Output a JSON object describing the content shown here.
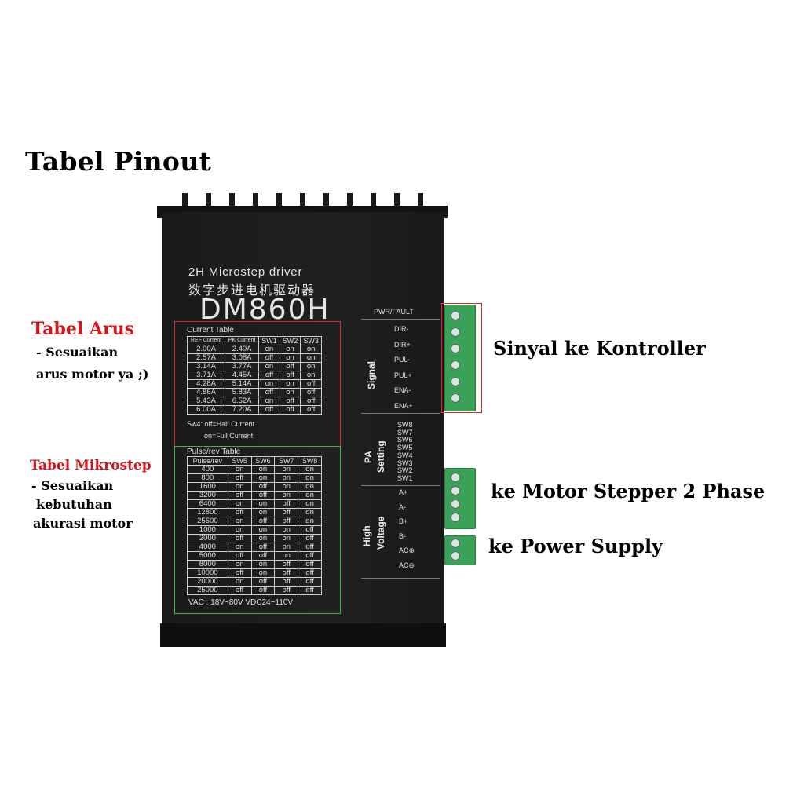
{
  "title": "Tabel Pinout",
  "annotations": {
    "current_title": "Tabel Arus",
    "current_desc1": "- Sesuaikan",
    "current_desc2": "arus motor ya ;)",
    "micro_title": "Tabel Mikrostep",
    "micro_desc1": "- Sesuaikan",
    "micro_desc2": "kebutuhan",
    "micro_desc3": "akurasi motor",
    "signal": "Sinyal ke Kontroller",
    "motor": "ke Motor Stepper 2 Phase",
    "power": "ke Power Supply"
  },
  "device": {
    "line1": "2H Microstep driver",
    "line2": "数字步进电机驱动器",
    "model": "DM860H",
    "pwr_fault": "PWR/FAULT",
    "signal_label": "Signal",
    "pa_label1": "PA",
    "pa_label2": "Setting",
    "hv_label1": "High",
    "hv_label2": "Voltage",
    "signal_pins": [
      "DIR-",
      "DIR+",
      "PUL-",
      "PUL+",
      "ENA-",
      "ENA+"
    ],
    "sw_pins": [
      "SW8",
      "SW7",
      "SW6",
      "SW5",
      "SW4",
      "SW3",
      "SW2",
      "SW1"
    ],
    "hv_pins": [
      "A+",
      "A-",
      "B+",
      "B-",
      "AC⊕",
      "AC⊖"
    ],
    "current_table_title": "Current Table",
    "current_table_headers": [
      "REF Current",
      "PK Current",
      "SW1",
      "SW2",
      "SW3"
    ],
    "current_table_rows": [
      [
        "2.00A",
        "2.40A",
        "on",
        "on",
        "on"
      ],
      [
        "2.57A",
        "3.08A",
        "off",
        "on",
        "on"
      ],
      [
        "3.14A",
        "3.77A",
        "on",
        "off",
        "on"
      ],
      [
        "3.71A",
        "4.45A",
        "off",
        "off",
        "on"
      ],
      [
        "4.28A",
        "5.14A",
        "on",
        "on",
        "off"
      ],
      [
        "4.86A",
        "5.83A",
        "off",
        "on",
        "off"
      ],
      [
        "5.43A",
        "6.52A",
        "on",
        "off",
        "off"
      ],
      [
        "6.00A",
        "7.20A",
        "off",
        "off",
        "off"
      ]
    ],
    "sw4_note1": "Sw4:  off=Half Current",
    "sw4_note2": "on=Full Current",
    "pulse_table_title": "Pulse/rev Table",
    "pulse_table_headers": [
      "Pulse/rev",
      "SW5",
      "SW6",
      "SW7",
      "SW8"
    ],
    "pulse_table_rows": [
      [
        "400",
        "on",
        "on",
        "on",
        "on"
      ],
      [
        "800",
        "off",
        "on",
        "on",
        "on"
      ],
      [
        "1600",
        "on",
        "off",
        "on",
        "on"
      ],
      [
        "3200",
        "off",
        "off",
        "on",
        "on"
      ],
      [
        "6400",
        "on",
        "on",
        "off",
        "on"
      ],
      [
        "12800",
        "off",
        "on",
        "off",
        "on"
      ],
      [
        "25600",
        "on",
        "off",
        "off",
        "on"
      ],
      [
        "1000",
        "on",
        "on",
        "on",
        "off"
      ],
      [
        "2000",
        "off",
        "on",
        "on",
        "off"
      ],
      [
        "4000",
        "on",
        "off",
        "on",
        "off"
      ],
      [
        "5000",
        "off",
        "off",
        "on",
        "off"
      ],
      [
        "8000",
        "on",
        "on",
        "off",
        "off"
      ],
      [
        "10000",
        "off",
        "on",
        "off",
        "off"
      ],
      [
        "20000",
        "on",
        "off",
        "off",
        "off"
      ],
      [
        "25000",
        "off",
        "off",
        "off",
        "off"
      ]
    ],
    "voltage_note": "VAC : 18V~80V   VDC24~110V"
  },
  "colors": {
    "red_box": "#e0262b",
    "green_box": "#3cb54a",
    "terminal": "#3aa257"
  }
}
